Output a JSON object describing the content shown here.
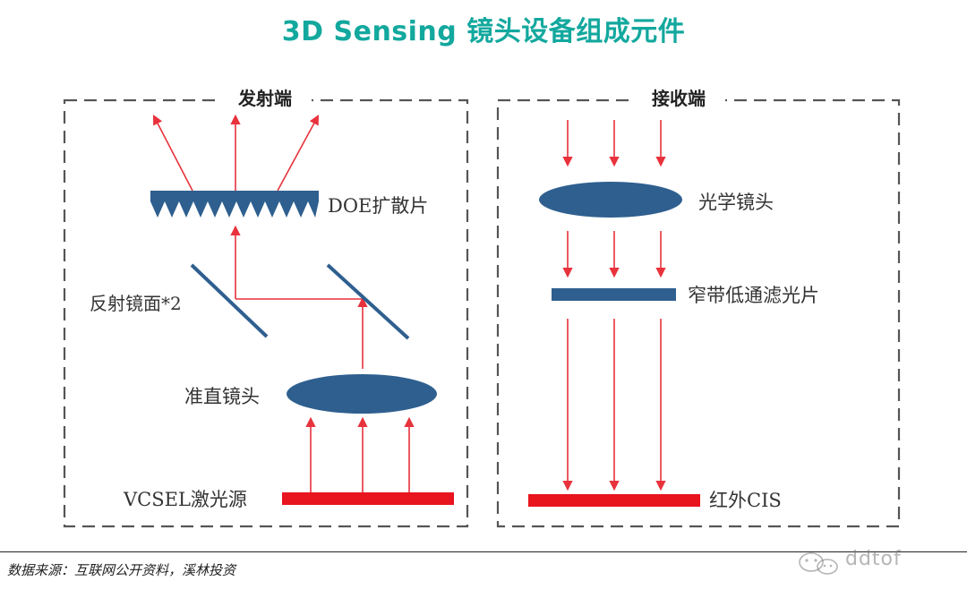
{
  "title": "3D Sensing 镜头设备组成元件",
  "emitter": {
    "header": "发射端",
    "doe_label": "DOE扩散片",
    "mirror_label": "反射镜面*2",
    "collimator_label": "准直镜头",
    "vcsel_label": "VCSEL激光源"
  },
  "receiver": {
    "header": "接收端",
    "lens_label": "光学镜头",
    "filter_label": "窄带低通滤光片",
    "cis_label": "红外CIS"
  },
  "footer": {
    "source": "数据来源：互联网公开资料，溪林投资",
    "watermark": "ddtof"
  },
  "colors": {
    "title": "#13a89e",
    "component_blue": "#2e5f8f",
    "ray_red": "#e8323c",
    "laser_red": "#e8141e",
    "box_dash": "#555555"
  }
}
